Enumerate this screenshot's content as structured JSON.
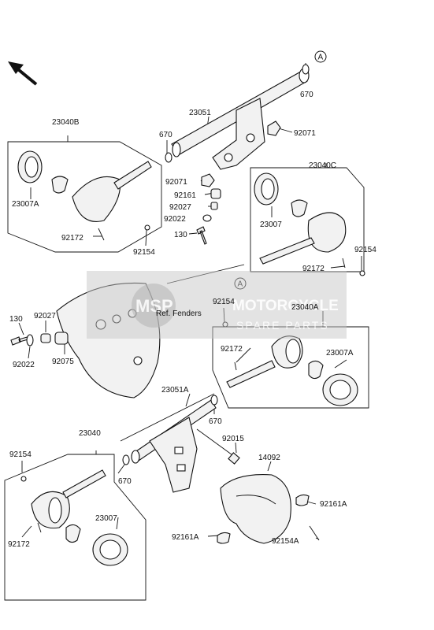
{
  "parts": {
    "p_670_top": "670",
    "p_23051": "23051",
    "p_92071_right": "92071",
    "p_23040B": "23040B",
    "p_670_left": "670",
    "p_23007A_left": "23007A",
    "p_92172_left": "92172",
    "p_92154_left": "92154",
    "p_92071_left": "92071",
    "p_92161": "92161",
    "p_92027_top": "92027",
    "p_92022_top": "92022",
    "p_130_top": "130",
    "p_23040C": "23040C",
    "p_23007": "23007",
    "p_92154_right": "92154",
    "p_92172_right": "92172",
    "p_92154_mid": "92154",
    "p_23040A": "23040A",
    "p_130_left": "130",
    "p_92027_left": "92027",
    "p_92022_left": "92022",
    "p_92075": "92075",
    "p_92172_mid": "92172",
    "p_23007A_right": "23007A",
    "p_23051A": "23051A",
    "p_670_mid": "670",
    "p_92015": "92015",
    "p_14092": "14092",
    "p_23040": "23040",
    "p_92154_bottom": "92154",
    "p_670_bottom": "670",
    "p_23007_bottom": "23007",
    "p_92172_bottom": "92172",
    "p_92161A_right": "92161A",
    "p_92161A_left": "92161A",
    "p_92154A": "92154A"
  },
  "ref_fenders": "Ref. Fenders",
  "marker_a": "A",
  "watermark": {
    "logo_text": "MSP",
    "line1": "MOTORCYCLE",
    "line2": "SPARE PARTS"
  }
}
